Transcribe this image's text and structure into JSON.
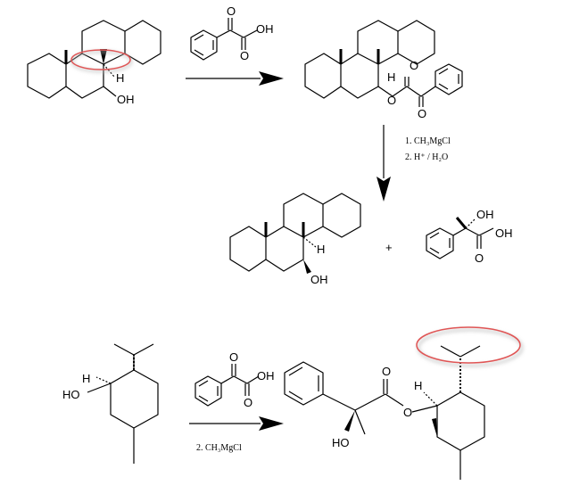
{
  "reaction1": {
    "reagent_left": {
      "oh": "OH",
      "h": "H"
    },
    "reagent_acid": {
      "oh": "OH",
      "o_keto": "O",
      "o_acid": "O"
    },
    "ester_product": {
      "h": "H",
      "o_ring": "O",
      "o_ester": "O",
      "o_keto": "O"
    },
    "conditions_step1": "1. CH₃MgCl",
    "conditions_step2": "2. H⁺ / H₂O",
    "alcohol_product": {
      "h": "H",
      "oh": "OH"
    },
    "plus": "+",
    "acid_product": {
      "oh_top": "OH",
      "oh_acid": "OH",
      "o_acid": "O"
    }
  },
  "reaction2": {
    "menthol": {
      "h": "H",
      "oh": "HO"
    },
    "reagent_acid": {
      "oh": "OH",
      "o_keto": "O",
      "o_acid": "O"
    },
    "conditions": "2. CH₃MgCl",
    "ester_product": {
      "o_carbonyl": "O",
      "o_ester": "O",
      "h": "H",
      "ho": "HO"
    }
  },
  "colors": {
    "ink": "#000000",
    "highlight": "#e05555"
  }
}
